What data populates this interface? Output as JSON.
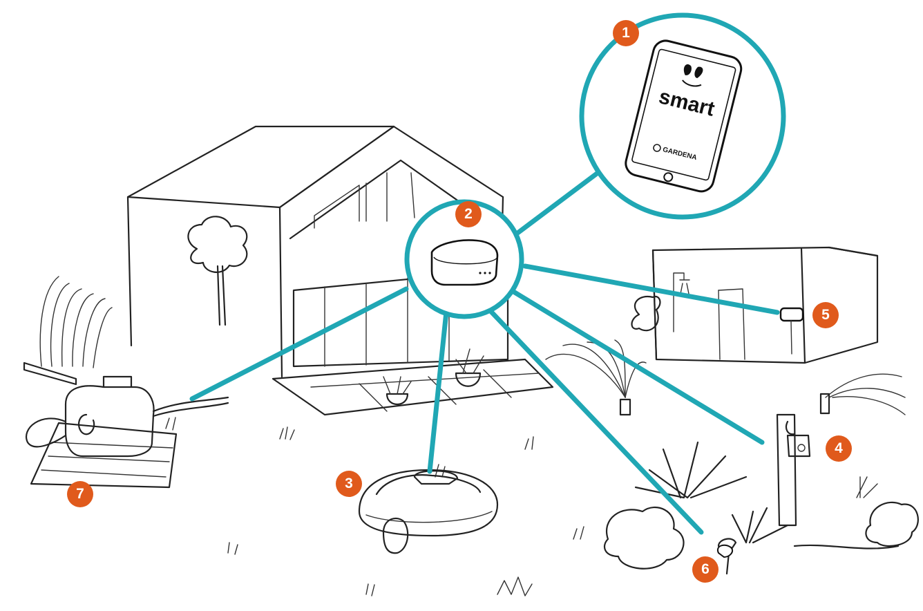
{
  "colors": {
    "accent_teal": "#20a7b4",
    "badge_orange": "#e05a1c",
    "ink": "#222222"
  },
  "phone": {
    "app_word": "smart",
    "brand": "GARDENA"
  },
  "badges": [
    {
      "number": "1",
      "subject": "smartphone-app"
    },
    {
      "number": "2",
      "subject": "gateway"
    },
    {
      "number": "3",
      "subject": "robotic-mower"
    },
    {
      "number": "4",
      "subject": "water-control"
    },
    {
      "number": "5",
      "subject": "power-adapter"
    },
    {
      "number": "6",
      "subject": "soil-sensor"
    },
    {
      "number": "7",
      "subject": "pressure-pump"
    }
  ]
}
